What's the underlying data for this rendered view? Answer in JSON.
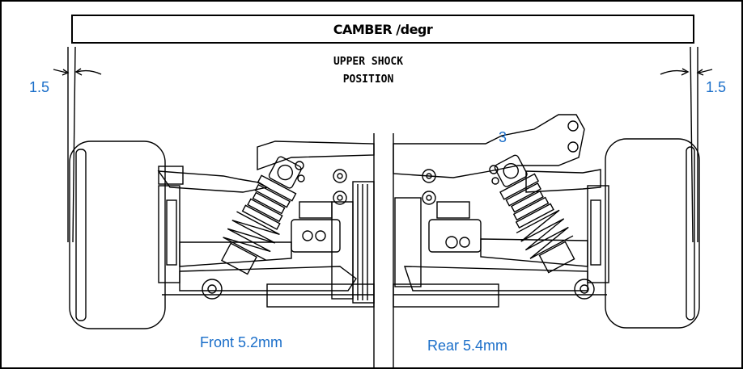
{
  "header": {
    "title": "CAMBER /degr"
  },
  "note": {
    "line1": "UPPER SHOCK",
    "line2": "POSITION"
  },
  "camber": {
    "left": "1.5",
    "right": "1.5"
  },
  "shock_position_number": "3",
  "ride_height": {
    "front": "Front 5.2mm",
    "rear": "Rear 5.4mm"
  },
  "colors": {
    "label": "#1a6ec9",
    "line": "#000000"
  }
}
